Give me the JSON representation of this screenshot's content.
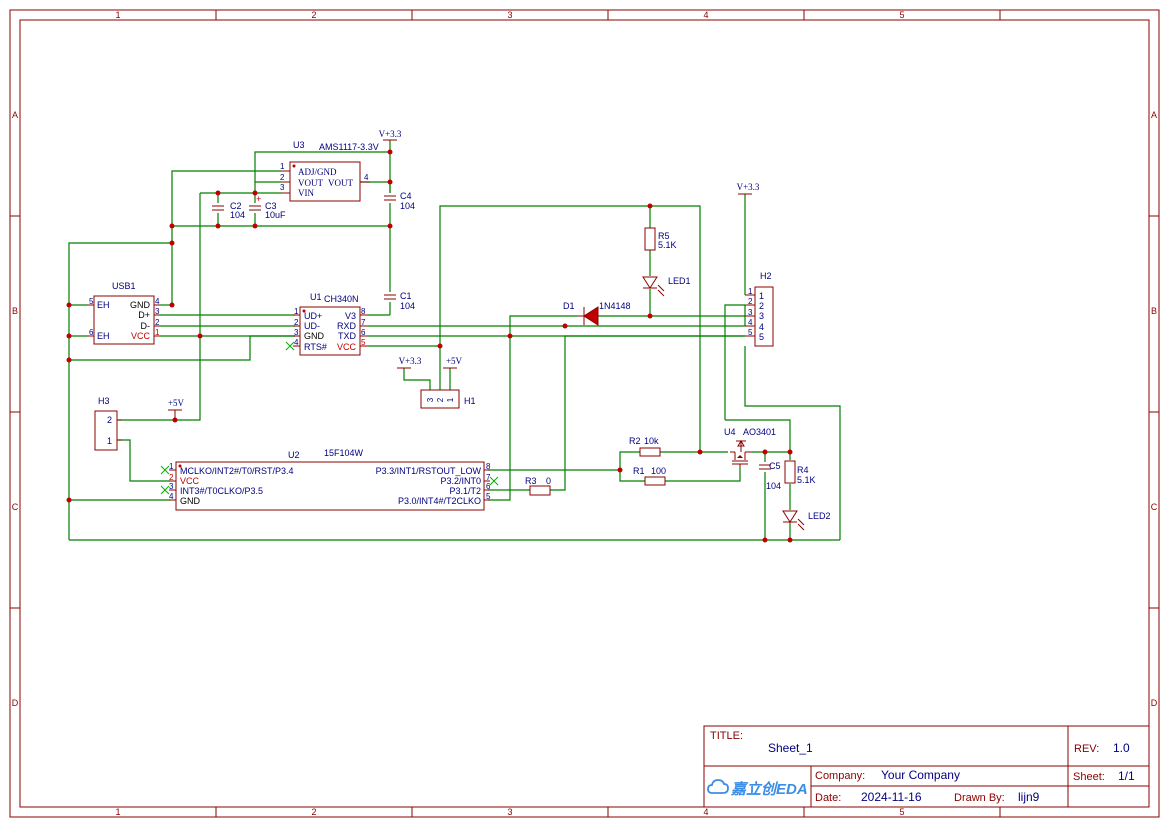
{
  "border": {
    "columns": [
      "1",
      "2",
      "3",
      "4",
      "5"
    ],
    "rows": [
      "A",
      "B",
      "C",
      "D"
    ]
  },
  "title_block": {
    "title_label": "TITLE:",
    "title": "Sheet_1",
    "rev_label": "REV:",
    "rev": "1.0",
    "company_label": "Company:",
    "company": "Your Company",
    "sheet_label": "Sheet:",
    "sheet": "1/1",
    "date_label": "Date:",
    "date": "2024-11-16",
    "drawn_label": "Drawn By:",
    "drawn_by": "lijn9",
    "logo_text": "嘉立创EDA"
  },
  "power": {
    "v33_a": "V+3.3",
    "v33_b": "V+3.3",
    "v33_c": "V+3.3",
    "v5_a": "+5V",
    "v5_b": "+5V"
  },
  "u3": {
    "ref": "U3",
    "value": "AMS1117-3.3V",
    "pins": {
      "p1": "ADJ/GND",
      "p2": "VOUT",
      "p3": "VIN",
      "p4": "VOUT"
    },
    "nums": {
      "n1": "1",
      "n2": "2",
      "n3": "3",
      "n4": "4"
    }
  },
  "c2": {
    "ref": "C2",
    "value": "104"
  },
  "c3": {
    "ref": "C3",
    "value": "10uF",
    "polarity": "+"
  },
  "c4": {
    "ref": "C4",
    "value": "104"
  },
  "c1": {
    "ref": "C1",
    "value": "104"
  },
  "c5": {
    "ref": "C5",
    "value": "104"
  },
  "usb1": {
    "ref": "USB1",
    "pins": {
      "eh1": "EH",
      "eh2": "EH",
      "gnd": "GND",
      "dp": "D+",
      "dm": "D-",
      "vcc": "VCC"
    },
    "nums": {
      "n5": "5",
      "n6": "6",
      "n4": "4",
      "n3": "3",
      "n2": "2",
      "n1": "1"
    }
  },
  "u1": {
    "ref": "U1",
    "value": "CH340N",
    "pins": {
      "udp": "UD+",
      "udm": "UD-",
      "gnd": "GND",
      "rts": "RTS#",
      "v3": "V3",
      "rxd": "RXD",
      "txd": "TXD",
      "vcc": "VCC"
    },
    "nums": {
      "n1": "1",
      "n2": "2",
      "n3": "3",
      "n4": "4",
      "n8": "8",
      "n7": "7",
      "n6": "6",
      "n5": "5"
    }
  },
  "d1": {
    "ref": "D1",
    "value": "1N4148"
  },
  "r5": {
    "ref": "R5",
    "value": "5.1K"
  },
  "led1": {
    "ref": "LED1"
  },
  "h2": {
    "ref": "H2",
    "nums": {
      "n1": "1",
      "n2": "2",
      "n3": "3",
      "n4": "4",
      "n5": "5"
    },
    "ext": {
      "e1": "1",
      "e2": "2",
      "e3": "3",
      "e4": "4",
      "e5": "5"
    }
  },
  "h1": {
    "ref": "H1",
    "nums": {
      "n3": "3",
      "n2": "2",
      "n1": "1"
    }
  },
  "h3": {
    "ref": "H3",
    "nums": {
      "n2": "2",
      "n1": "1"
    }
  },
  "u2": {
    "ref": "U2",
    "value": "15F104W",
    "pins": {
      "p1": "MCLKO/INT2#/T0/RST/P3.4",
      "p2": "VCC",
      "p3": "INT3#/T0CLKO/P3.5",
      "p4": "GND",
      "p8": "P3.3/INT1/RSTOUT_LOW",
      "p7": "P3.2/INT0",
      "p6": "P3.1/T2",
      "p5": "P3.0/INT4#/T2CLKO"
    },
    "nums": {
      "n1": "1",
      "n2": "2",
      "n3": "3",
      "n4": "4",
      "n8": "8",
      "n7": "7",
      "n6": "6",
      "n5": "5"
    }
  },
  "r3": {
    "ref": "R3",
    "value": "0"
  },
  "r2": {
    "ref": "R2",
    "value": "10k"
  },
  "r1": {
    "ref": "R1",
    "value": "100"
  },
  "u4": {
    "ref": "U4",
    "value": "AO3401"
  },
  "r4": {
    "ref": "R4",
    "value": "5.1K"
  },
  "led2": {
    "ref": "LED2"
  },
  "colors": {
    "frame": "#8b0000",
    "wire": "#008000",
    "text": "#000080",
    "pin_red": "#c00000",
    "junction": "#c00000"
  }
}
